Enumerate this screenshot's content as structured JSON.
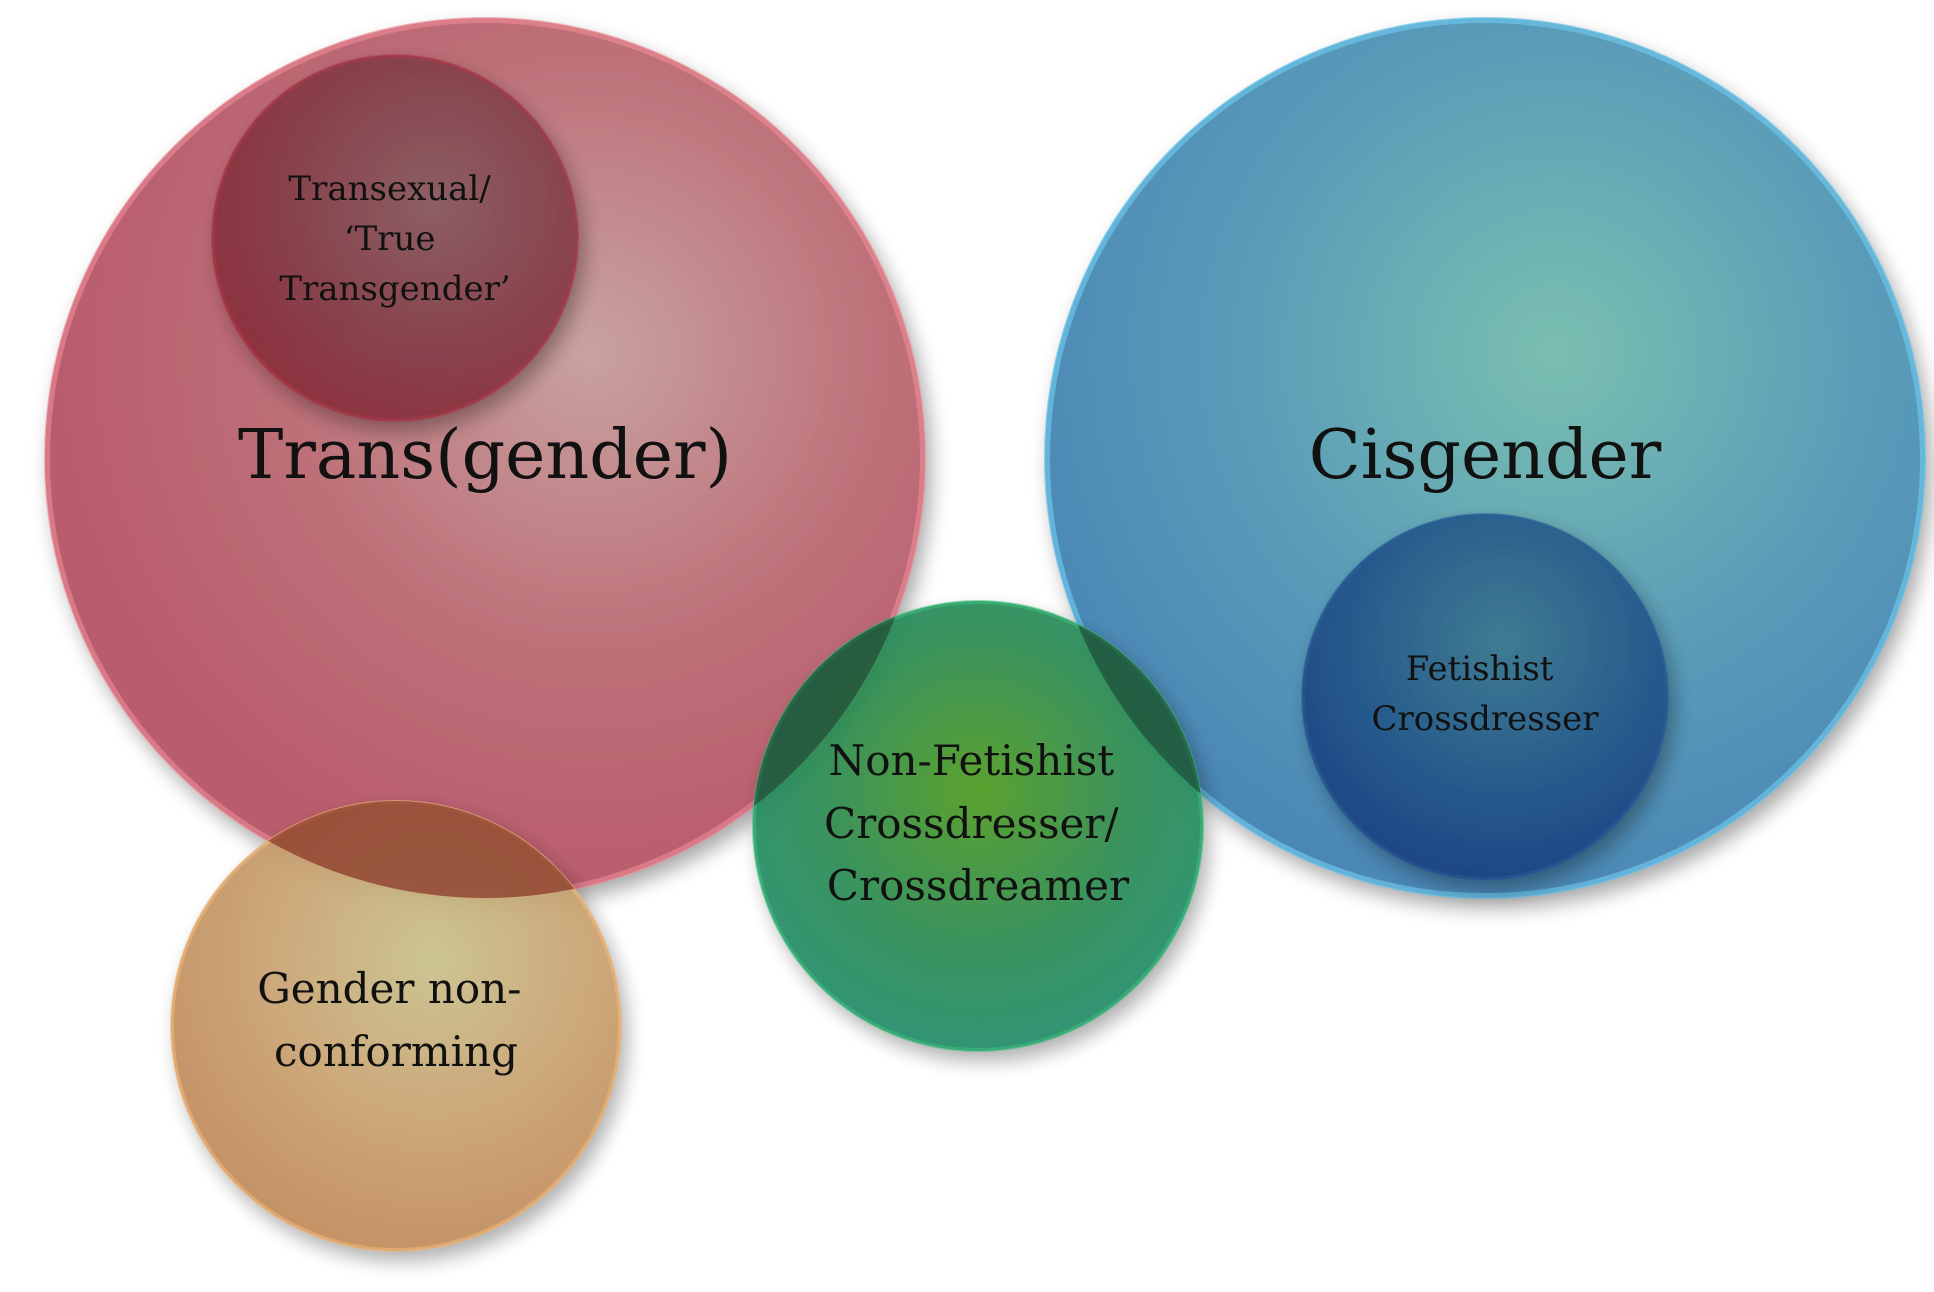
{
  "diagram": {
    "type": "venn-bubbles",
    "circles": [
      {
        "id": "trans",
        "label_lines": [
          "Trans(gender)"
        ],
        "color": "#b95b6c",
        "color_light": "#c8a2a0",
        "color_edge": "#f08c98"
      },
      {
        "id": "transexual",
        "label_lines": [
          "Transexual/",
          "‘True",
          "Transgender’"
        ],
        "color": "#8a2e3c",
        "color_light": "#8a5e62",
        "color_edge": "#b03a4a"
      },
      {
        "id": "cisgender",
        "label_lines": [
          "Cisgender"
        ],
        "color": "#4a86b6",
        "color_light": "#7abfb0",
        "color_edge": "#6cc4ea"
      },
      {
        "id": "fetishist",
        "label_lines": [
          "Fetishist",
          "Crossdresser"
        ],
        "color": "#1e4a86",
        "color_light": "#3e7a90",
        "color_edge": "#2a5f9a"
      },
      {
        "id": "nonfetishist",
        "label_lines": [
          "Non-Fetishist",
          "Crossdresser/",
          "Crossdreamer"
        ],
        "color": "#1f8d6e",
        "color_light": "#4ea020",
        "color_edge": "#3cc07a"
      },
      {
        "id": "gnc",
        "label_lines": [
          "Gender non-",
          "conforming"
        ],
        "color": "#c88a5a",
        "color_light": "#c8c08a",
        "color_edge": "#f0b878"
      }
    ]
  }
}
